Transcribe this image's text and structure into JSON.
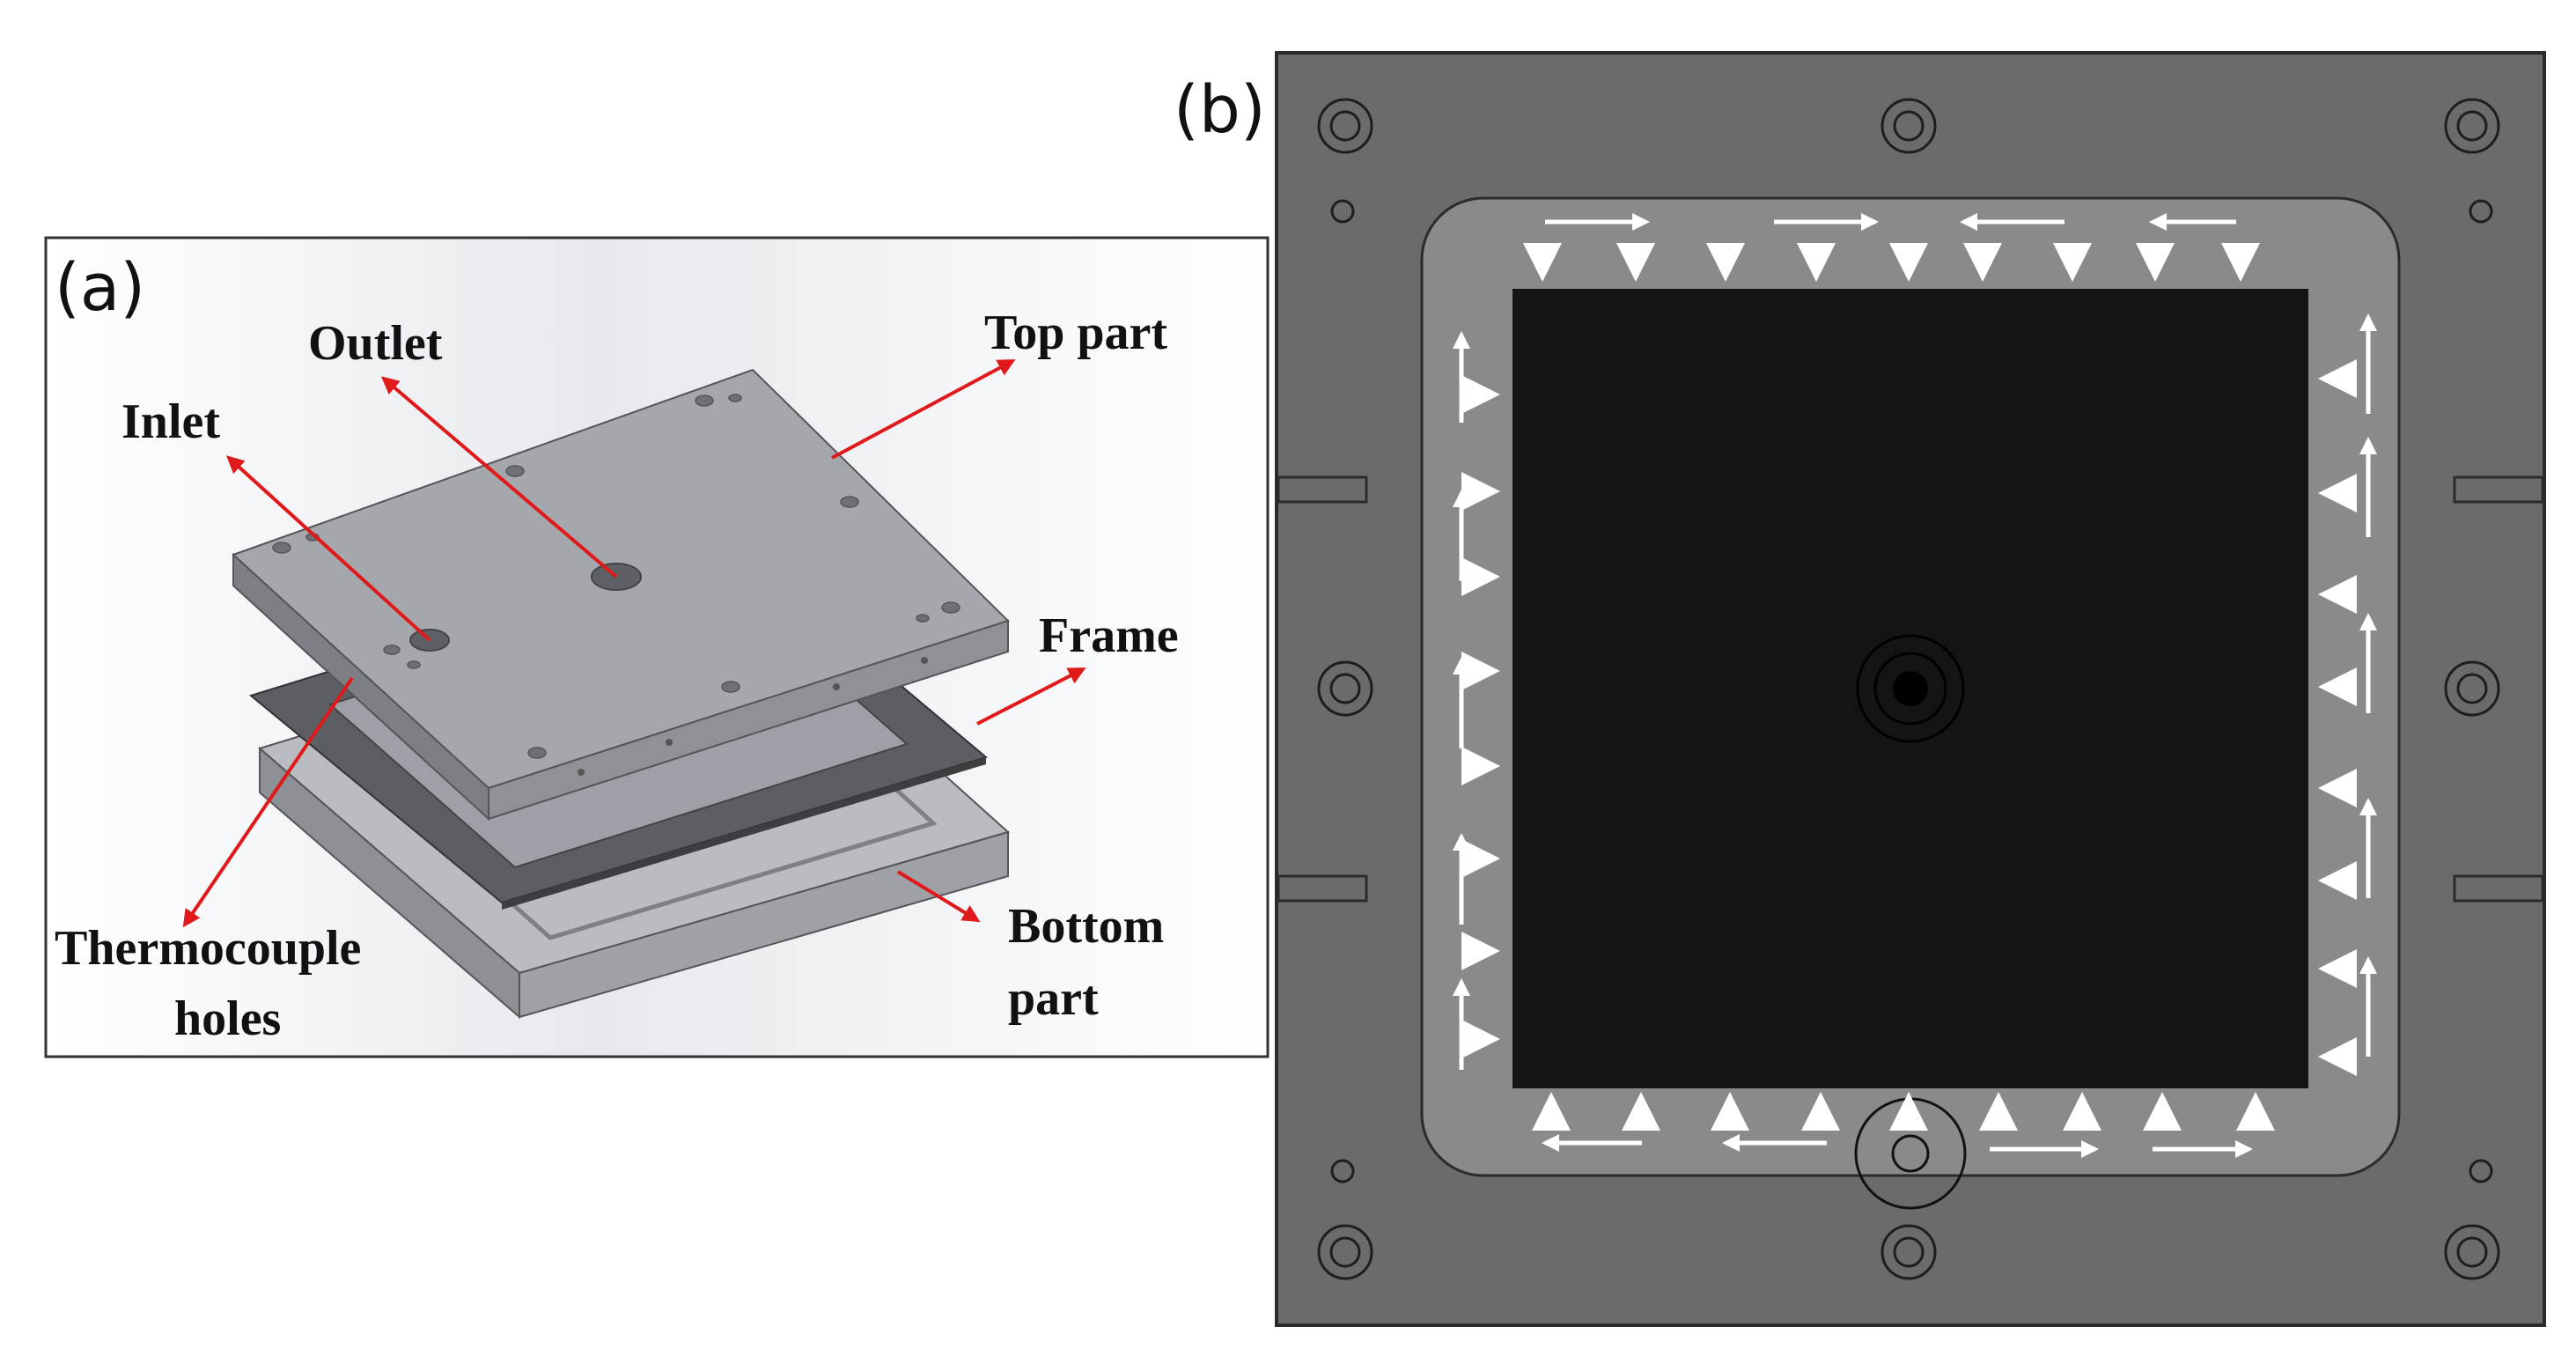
{
  "panel_a": {
    "tag": "(a)",
    "labels": {
      "outlet": "Outlet",
      "inlet": "Inlet",
      "top_part": "Top part",
      "frame": "Frame",
      "thermocouple_line1": "Thermocouple",
      "thermocouple_line2": "holes",
      "bottom_line1": "Bottom",
      "bottom_line2": "part"
    }
  },
  "panel_b": {
    "tag": "(b)"
  },
  "colors": {
    "annotation_arrow": "#e0191b",
    "plate": "#6b6b6b",
    "channel": "#8a8a8a",
    "active_area": "#141414",
    "flow_arrow": "#ffffff"
  }
}
